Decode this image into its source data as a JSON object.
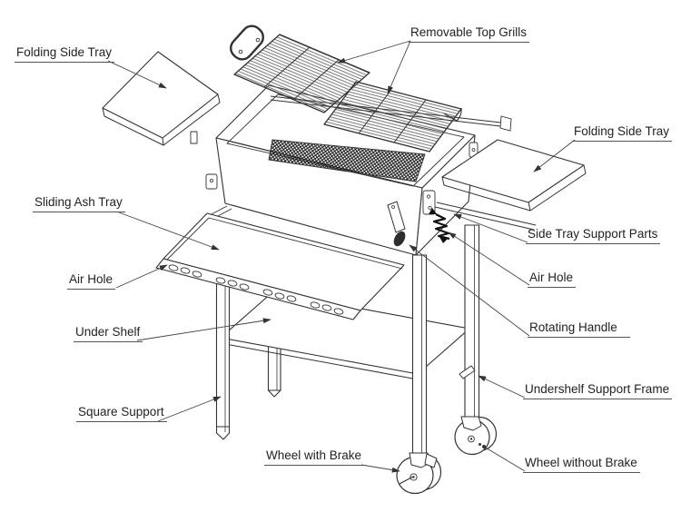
{
  "diagram": {
    "labels": {
      "folding_side_tray_left": "Folding Side Tray",
      "removable_top_grills": "Removable Top Grills",
      "folding_side_tray_right": "Folding Side Tray",
      "side_tray_support_parts": "Side Tray Support Parts",
      "air_hole_right": "Air Hole",
      "rotating_handle": "Rotating Handle",
      "undershelf_support_frame": "Undershelf Support Frame",
      "wheel_without_brake": "Wheel without Brake",
      "wheel_with_brake": "Wheel with Brake",
      "square_support": "Square Support",
      "under_shelf": "Under Shelf",
      "air_hole_left": "Air Hole",
      "sliding_ash_tray": "Sliding Ash Tray"
    },
    "colors": {
      "line": "#333333",
      "leader": "#444444",
      "label_text": "#222222",
      "background": "#ffffff"
    }
  }
}
